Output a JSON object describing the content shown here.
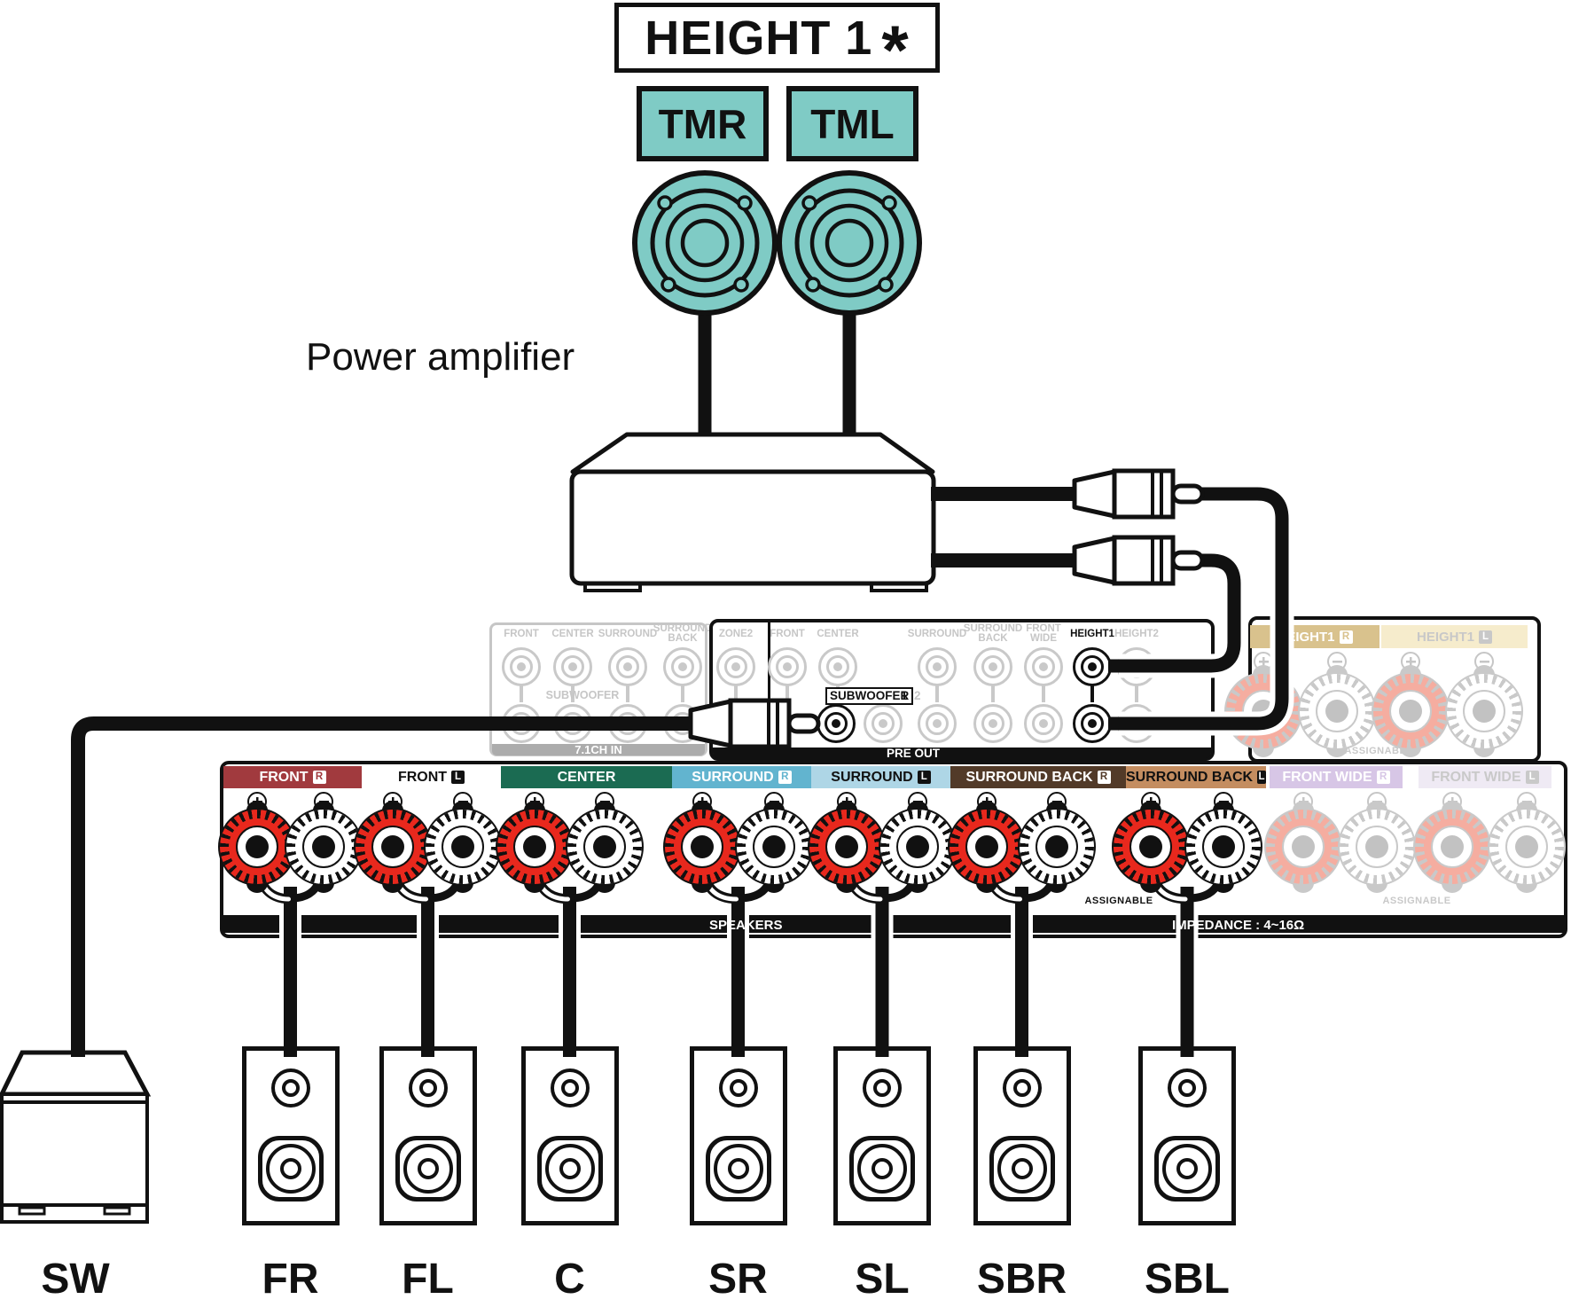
{
  "height_group": {
    "box_label": "HEIGHT 1",
    "asterisk": "*",
    "speaker_tags": [
      "TMR",
      "TML"
    ],
    "tag_color": "#7FCBC5"
  },
  "amplifier": {
    "label": "Power amplifier"
  },
  "input_71_panel": {
    "jack_labels": [
      "FRONT",
      "CENTER",
      "SURROUND",
      "SURROUND BACK"
    ],
    "subwoofer_label": "SUBWOOFER",
    "bar_label": "7.1CH IN"
  },
  "preout_panel": {
    "jack_labels": [
      "ZONE2",
      "FRONT",
      "CENTER",
      "SURROUND",
      "SURROUND BACK",
      "FRONT WIDE",
      "HEIGHT1",
      "HEIGHT2"
    ],
    "active_jack": "HEIGHT1",
    "subwoofer_label": "SUBWOOFER",
    "subwoofer_1": "1",
    "subwoofer_2": "2",
    "bar_label": "PRE OUT"
  },
  "height_terminal_panel": {
    "right_label": "HEIGHT1",
    "right_rl": "R",
    "right_bg": "#D9C28D",
    "right_fg": "#FFFFFF",
    "left_label": "HEIGHT1",
    "left_rl": "L",
    "left_bg": "#F6ECCC",
    "left_fg": "#C8C8C8",
    "assignable": "ASSIGNABLE"
  },
  "speaker_terminal_panel": {
    "channels": [
      {
        "label": "FRONT",
        "rl": "R",
        "bg": "#A13A3E",
        "fg": "#FFFFFF",
        "active": true
      },
      {
        "label": "FRONT",
        "rl": "L",
        "bg": "#FFFFFF",
        "fg": "#111111",
        "active": true
      },
      {
        "label": "CENTER",
        "rl": "",
        "bg": "#1B6B52",
        "fg": "#FFFFFF",
        "active": true
      },
      {
        "label": "SURROUND",
        "rl": "R",
        "bg": "#62B4CF",
        "fg": "#FFFFFF",
        "active": true
      },
      {
        "label": "SURROUND",
        "rl": "L",
        "bg": "#AED6E6",
        "fg": "#111111",
        "active": true
      },
      {
        "label": "SURROUND BACK",
        "rl": "R",
        "bg": "#523A28",
        "fg": "#FFFFFF",
        "active": true
      },
      {
        "label": "SURROUND BACK",
        "rl": "L",
        "bg": "#C48D60",
        "fg": "#111111",
        "active": true
      },
      {
        "label": "FRONT WIDE",
        "rl": "R",
        "bg": "#D7C6E6",
        "fg": "#FFFFFF",
        "active": false
      },
      {
        "label": "FRONT WIDE",
        "rl": "L",
        "bg": "#EFEAF4",
        "fg": "#C9C9C9",
        "active": false
      }
    ],
    "assignable_active": "ASSIGNABLE",
    "assignable_inactive": "ASSIGNABLE",
    "bar_left": "SPEAKERS",
    "bar_right": "IMPEDANCE : 4~16Ω",
    "post_red": "#E8281D",
    "post_red_faded": "#F5ADA0"
  },
  "bottom_speakers": [
    {
      "label": "SW"
    },
    {
      "label": "FR"
    },
    {
      "label": "FL"
    },
    {
      "label": "C"
    },
    {
      "label": "SR"
    },
    {
      "label": "SL"
    },
    {
      "label": "SBR"
    },
    {
      "label": "SBL"
    }
  ]
}
